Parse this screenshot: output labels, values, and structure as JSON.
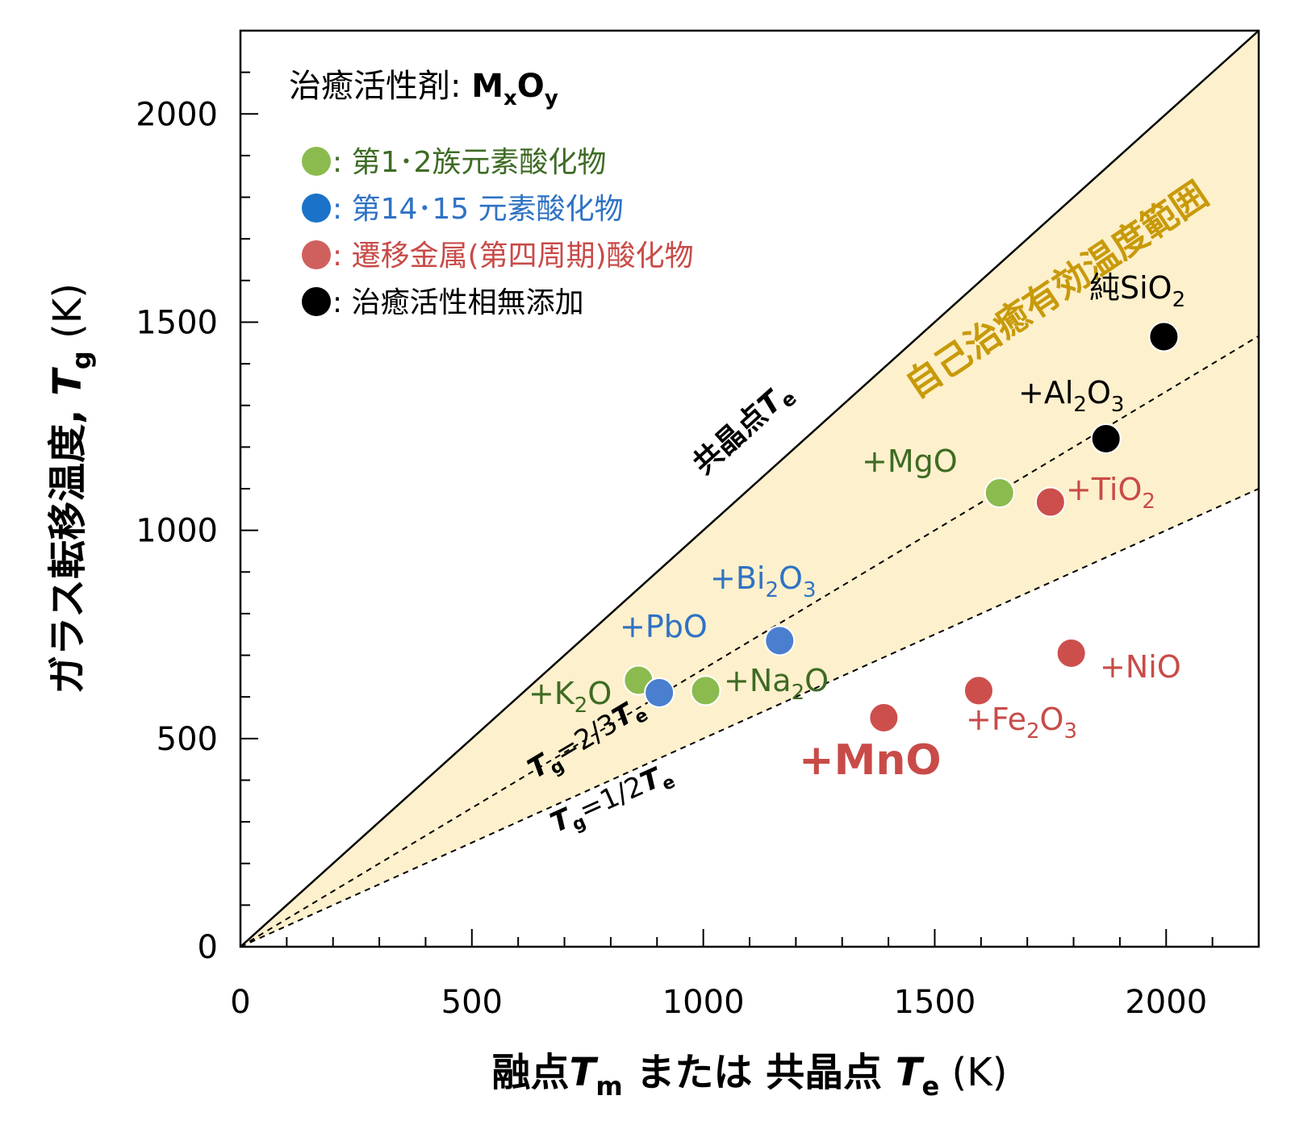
{
  "chart_data": {
    "type": "scatter",
    "title": "",
    "xlabel": {
      "prefix": "融点",
      "sym1": "T",
      "sub1": "m",
      "mid": " または 共晶点 ",
      "sym2": "T",
      "sub2": "e",
      "unit": " (K)"
    },
    "ylabel": {
      "prefix": "ガラス転移温度, ",
      "sym": "T",
      "sub": "g",
      "unit": " (K)"
    },
    "xlim": [
      0,
      2200
    ],
    "ylim": [
      0,
      2200
    ],
    "x_ticks": [
      0,
      500,
      1000,
      1500,
      2000
    ],
    "y_ticks": [
      0,
      500,
      1000,
      1500,
      2000
    ],
    "legend": {
      "title_main": "治癒活性剤: ",
      "title_formula": {
        "m": "M",
        "x": "x",
        "o": "O",
        "y": "y"
      },
      "entries": [
        {
          "label": ": 第1･2族元素酸化物",
          "color": "#8bbb4e",
          "text_color": "#3e6b24"
        },
        {
          "label": ": 第14･15 元素酸化物",
          "color": "#1a73c8",
          "text_color": "#2f72c4"
        },
        {
          "label": ": 遷移金属(第四周期)酸化物",
          "color": "#d0605e",
          "text_color": "#c84b48"
        },
        {
          "label": ": 治癒活性相無添加",
          "color": "#000000",
          "text_color": "#000000"
        }
      ]
    },
    "region": {
      "label": "自己治癒有効温度範囲",
      "fill": "#fdf0cc",
      "label_color": "#c89a0a"
    },
    "lines": [
      {
        "name": "eutectic",
        "slope": 1,
        "style": "solid",
        "label": {
          "main": "共晶点",
          "sym": "T",
          "sub": "e"
        }
      },
      {
        "name": "two-thirds",
        "slope": 0.6667,
        "style": "dashed",
        "label": {
          "sym": "T",
          "sub": "g",
          "eq": "=2/3",
          "sym2": "T",
          "sub2": "e"
        }
      },
      {
        "name": "one-half",
        "slope": 0.5,
        "style": "dashed",
        "label": {
          "sym": "T",
          "sub": "g",
          "eq": "=1/2",
          "sym2": "T",
          "sub2": "e"
        }
      }
    ],
    "series": [
      {
        "group": "group12",
        "color": "#8bbb4e",
        "points": [
          {
            "x": 860,
            "y": 640,
            "parts": [
              [
                "+K",
                ""
              ],
              [
                "2",
                "sub"
              ],
              [
                "O",
                ""
              ]
            ],
            "color": "#3e6b24"
          },
          {
            "x": 1005,
            "y": 615,
            "parts": [
              [
                "+Na",
                ""
              ],
              [
                "2",
                "sub"
              ],
              [
                "O",
                ""
              ]
            ],
            "color": "#3e6b24"
          },
          {
            "x": 1640,
            "y": 1090,
            "parts": [
              [
                "+MgO",
                ""
              ]
            ],
            "color": "#3e6b24"
          }
        ]
      },
      {
        "group": "group1415",
        "color": "#4a7fd0",
        "points": [
          {
            "x": 905,
            "y": 610,
            "parts": [
              [
                "+PbO",
                ""
              ]
            ],
            "color": "#2f72c4"
          },
          {
            "x": 1165,
            "y": 735,
            "parts": [
              [
                "+Bi",
                ""
              ],
              [
                "2",
                "sub"
              ],
              [
                "O",
                ""
              ],
              [
                "3",
                "sub"
              ]
            ],
            "color": "#2f72c4"
          }
        ]
      },
      {
        "group": "transition",
        "color": "#cc4f4c",
        "points": [
          {
            "x": 1390,
            "y": 550,
            "parts": [
              [
                "+MnO",
                ""
              ]
            ],
            "color": "#c84b48",
            "bold": true
          },
          {
            "x": 1595,
            "y": 615,
            "parts": [
              [
                "+Fe",
                ""
              ],
              [
                "2",
                "sub"
              ],
              [
                "O",
                ""
              ],
              [
                "3",
                "sub"
              ]
            ],
            "color": "#c84b48"
          },
          {
            "x": 1750,
            "y": 1068,
            "parts": [
              [
                "+TiO",
                ""
              ],
              [
                "2",
                "sub"
              ]
            ],
            "color": "#c84b48"
          },
          {
            "x": 1795,
            "y": 705,
            "parts": [
              [
                "+NiO",
                ""
              ]
            ],
            "color": "#c84b48"
          }
        ]
      },
      {
        "group": "none",
        "color": "#000000",
        "points": [
          {
            "x": 1870,
            "y": 1220,
            "parts": [
              [
                "+Al",
                ""
              ],
              [
                "2",
                "sub"
              ],
              [
                "O",
                ""
              ],
              [
                "3",
                "sub"
              ]
            ],
            "color": "#000000"
          },
          {
            "x": 1995,
            "y": 1465,
            "parts": [
              [
                "純SiO",
                ""
              ],
              [
                "2",
                "sub"
              ]
            ],
            "color": "#000000"
          }
        ]
      }
    ]
  }
}
